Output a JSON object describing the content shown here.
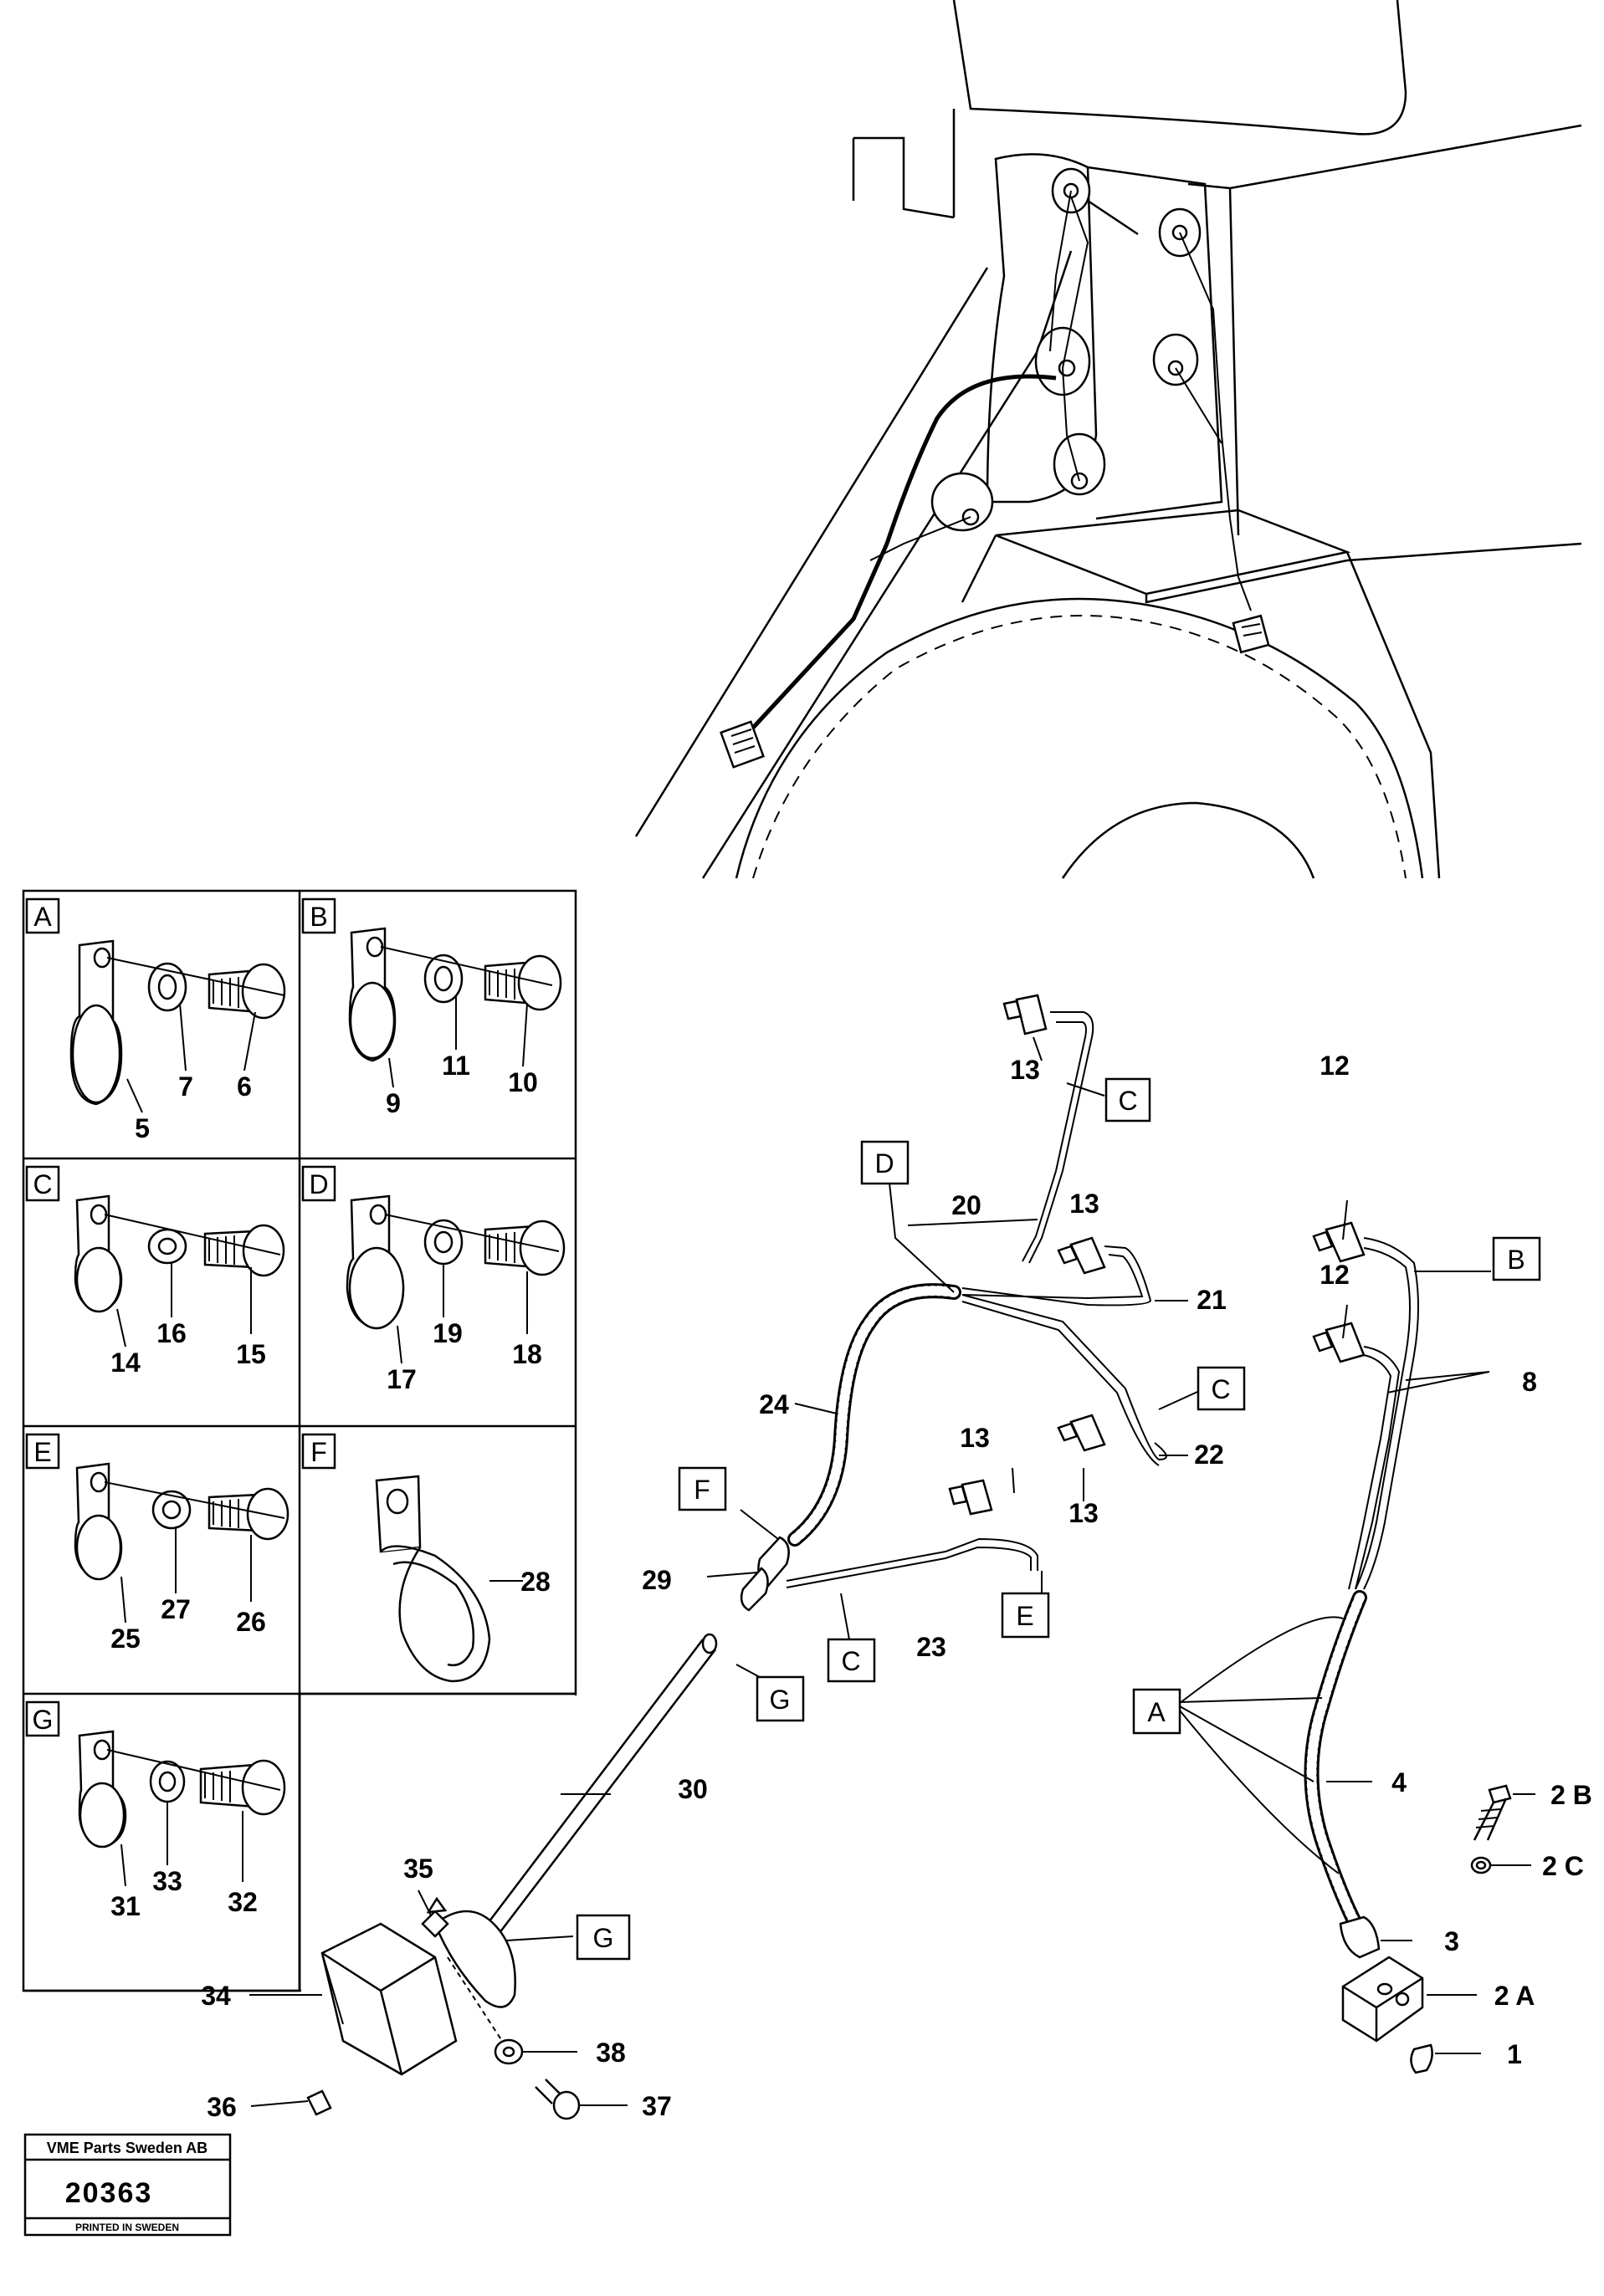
{
  "panels": [
    {
      "letter": "A",
      "nums": [
        "7",
        "6",
        "5"
      ]
    },
    {
      "letter": "B",
      "nums": [
        "11",
        "10",
        "9"
      ]
    },
    {
      "letter": "C",
      "nums": [
        "16",
        "15",
        "14"
      ]
    },
    {
      "letter": "D",
      "nums": [
        "19",
        "18",
        "17"
      ]
    },
    {
      "letter": "E",
      "nums": [
        "27",
        "26",
        "25"
      ]
    },
    {
      "letter": "F",
      "nums": [
        "28"
      ]
    },
    {
      "letter": "G",
      "nums": [
        "33",
        "32",
        "31"
      ]
    }
  ],
  "callouts": {
    "n1": "1",
    "n2a": "2 A",
    "n2b": "2 B",
    "n2c": "2 C",
    "n3": "3",
    "n4": "4",
    "n8": "8",
    "n12a": "12",
    "n12b": "12",
    "n13a": "13",
    "n13b": "13",
    "n13c": "13",
    "n13d": "13",
    "n20": "20",
    "n21": "21",
    "n22": "22",
    "n23": "23",
    "n24": "24",
    "n29": "29",
    "n30": "30",
    "n34": "34",
    "n35": "35",
    "n36": "36",
    "n37": "37",
    "n38": "38"
  },
  "boxes": {
    "c1": "C",
    "d": "D",
    "b": "B",
    "c2": "C",
    "f": "F",
    "e": "E",
    "c3": "C",
    "g1": "G",
    "a": "A",
    "g2": "G"
  },
  "stamp": {
    "company": "VME Parts Sweden AB",
    "number": "20363",
    "printed": "PRINTED IN SWEDEN"
  }
}
